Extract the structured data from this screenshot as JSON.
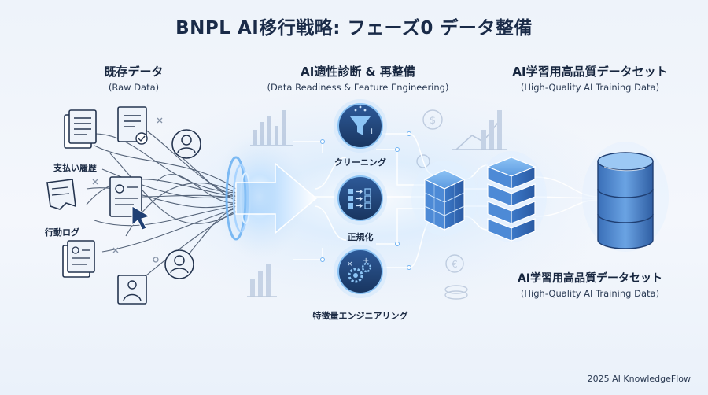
{
  "title": "BNPL AI移行戦略: フェーズ0 データ整備",
  "columns": {
    "raw": {
      "title": "既存データ",
      "subtitle": "(Raw Data)"
    },
    "process": {
      "title": "AI適性診断 & 再整備",
      "subtitle": "(Data Readiness & Feature Engineering)"
    },
    "output": {
      "title": "AI学習用高品質データセット",
      "subtitle": "(High-Quality AI Training Data)"
    }
  },
  "raw_labels": {
    "payment_history": "支払い履歴",
    "action_log": "行動ログ"
  },
  "steps": {
    "cleaning": "クリーニング",
    "normalization": "正規化",
    "feature_engineering": "特徴量エンジニアリング"
  },
  "output_label": {
    "title": "AI学習用高品質データセット",
    "subtitle": "(High-Quality AI Training Data)"
  },
  "footer": "2025 AI KnowledgeFlow",
  "icons": {
    "raw": [
      "document-icon",
      "document-check-icon",
      "user-icon",
      "cursor-icon",
      "torn-document-icon",
      "photo-icon"
    ],
    "process": [
      "funnel-icon",
      "normalize-grid-icon",
      "gears-icon"
    ],
    "output": [
      "server-stack-icon",
      "database-icon"
    ]
  },
  "colors": {
    "primary": "#1f3f73",
    "accent": "#3f8ae0",
    "glow": "#9fd0ff",
    "text": "#17263f"
  }
}
